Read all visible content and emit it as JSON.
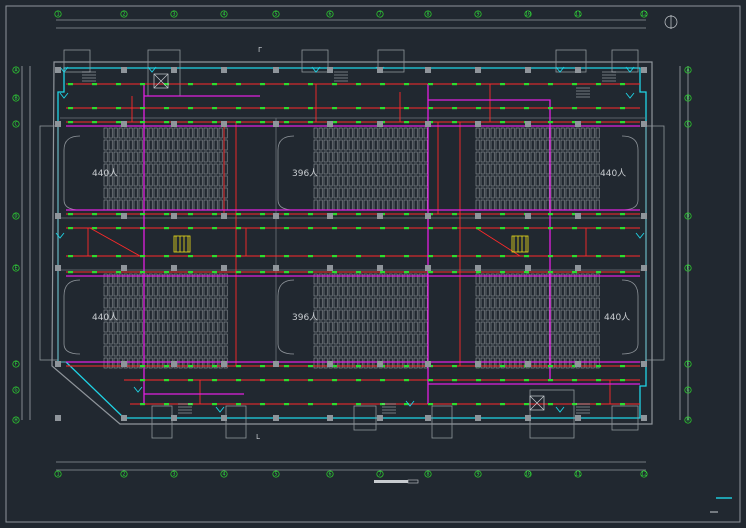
{
  "colors": {
    "background": "#212830",
    "wall": "#8f959b",
    "cyan_outline": "#1fd4e6",
    "red_circuit": "#ff2a2a",
    "magenta_trunk": "#e020e0",
    "green_fixture": "#2edc2e",
    "yellow": "#f0e01a",
    "seat": "#a9aeb3",
    "dim_white": "#c8ccd0"
  },
  "halls": {
    "top_left": "440人",
    "top_center": "396人",
    "top_right": "440人",
    "bottom_left": "440人",
    "bottom_center": "396人",
    "bottom_right": "440人"
  },
  "marks": {
    "top_note": "Γ",
    "bottom_note": "L",
    "north_arrow_icon": "compass-north-icon"
  },
  "axes": {
    "columns": [
      "1",
      "2",
      "3",
      "4",
      "5",
      "6",
      "7",
      "8",
      "9",
      "10",
      "11",
      "12"
    ],
    "rows": [
      "A",
      "B",
      "C",
      "D",
      "E",
      "F",
      "G",
      "H"
    ]
  }
}
